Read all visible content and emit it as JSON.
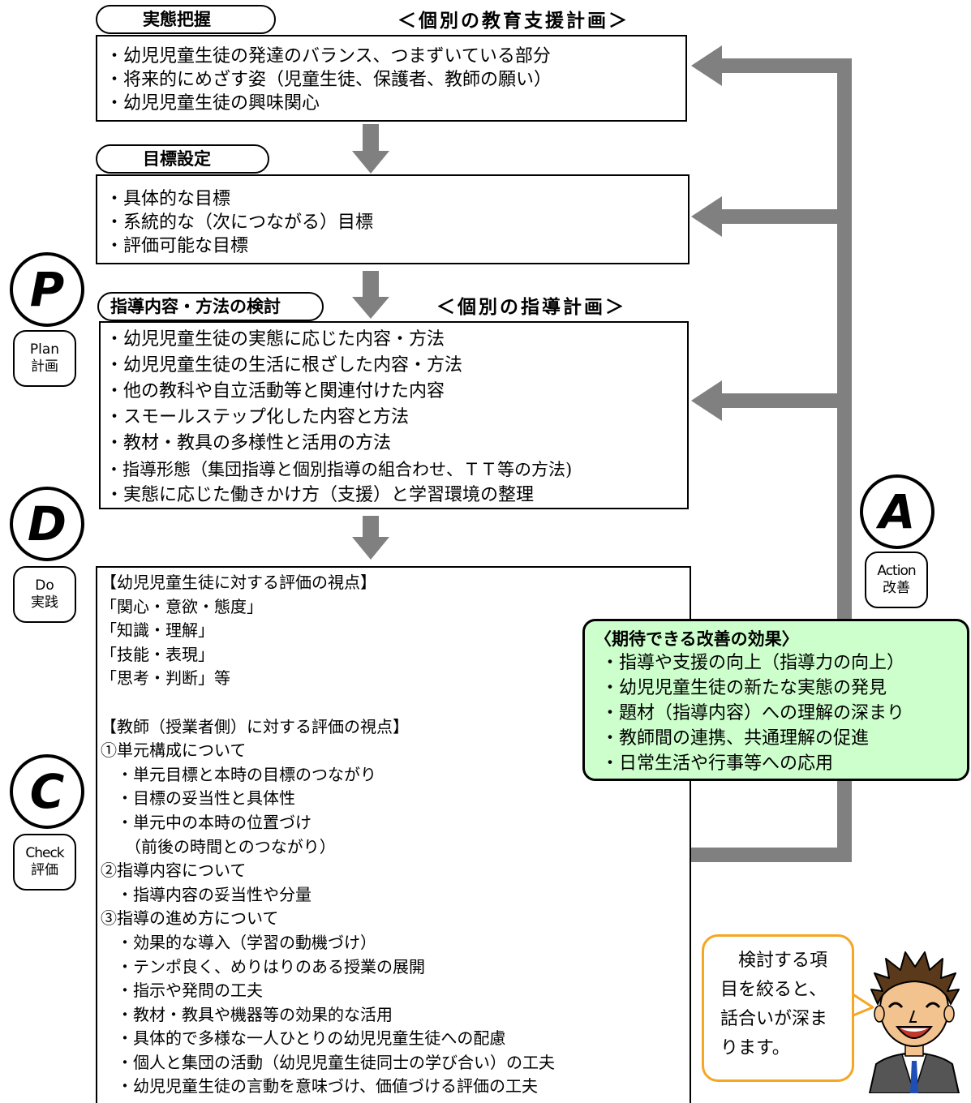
{
  "headings": {
    "individual_support_plan": "＜個別の教育支援計画＞",
    "individual_guidance_plan": "＜個別の指導計画＞"
  },
  "steps": {
    "assessment": {
      "label": "実態把握",
      "items": [
        "・幼児児童生徒の発達のバランス、つまずいている部分",
        "・将来的にめざす姿（児童生徒、保護者、教師の願い）",
        "・幼児児童生徒の興味関心"
      ]
    },
    "goal_setting": {
      "label": "目標設定",
      "items": [
        "・具体的な目標",
        "・系統的な（次につながる）目標",
        "・評価可能な目標"
      ]
    },
    "content_method": {
      "label": "指導内容・方法の検討",
      "items": [
        "・幼児児童生徒の実態に応じた内容・方法",
        "・幼児児童生徒の生活に根ざした内容・方法",
        "・他の教科や自立活動等と関連付けた内容",
        "・スモールステップ化した内容と方法",
        "・教材・教具の多様性と活用の方法",
        "・指導形態（集団指導と個別指導の組合わせ、ＴＴ等の方法)",
        "・実態に応じた働きかけ方（支援）と学習環境の整理"
      ]
    }
  },
  "evaluation": {
    "lines": [
      "【幼児児童生徒に対する評価の視点】",
      "「関心・意欲・態度」",
      "「知識・理解」",
      "「技能・表現」",
      "「思考・判断」等",
      "",
      "【教師（授業者側）に対する評価の視点】",
      "①単元構成について",
      "　・単元目標と本時の目標のつながり",
      "　・目標の妥当性と具体性",
      "　・単元中の本時の位置づけ",
      "　　（前後の時間とのつながり）",
      "②指導内容について",
      "　・指導内容の妥当性や分量",
      "③指導の進め方について",
      "　・効果的な導入（学習の動機づけ）",
      "　・テンポ良く、めりはりのある授業の展開",
      "　・指示や発問の工夫",
      "　・教材・教具や機器等の効果的な活用",
      "　・具体的で多様な一人ひとりの幼児児童生徒への配慮",
      "　・個人と集団の活動（幼児児童生徒同士の学び合い）の工夫",
      "　・幼児児童生徒の言動を意味づけ、価値づける評価の工夫"
    ]
  },
  "cycle": {
    "plan": {
      "letter": "P",
      "en": "Plan",
      "ja": "計画"
    },
    "do": {
      "letter": "D",
      "en": "Do",
      "ja": "実践"
    },
    "check": {
      "letter": "C",
      "en": "Check",
      "ja": "評価"
    },
    "action": {
      "letter": "A",
      "en": "Action",
      "ja": "改善"
    }
  },
  "improvement_effects": {
    "title": "〈期待できる改善の効果〉",
    "items": [
      "・指導や支援の向上（指導力の向上）",
      "・幼児児童生徒の新たな実態の発見",
      "・題材（指導内容）への理解の深まり",
      "・教師間の連携、共通理解の促進",
      "・日常生活や行事等への応用"
    ]
  },
  "speech_bubble": {
    "lines": [
      "　検討する項",
      "目を絞ると、",
      "話合いが深ま",
      "ります。"
    ]
  },
  "colors": {
    "arrow_gray": "#808080",
    "effect_background": "#ccffcc",
    "bubble_border": "#f5a623"
  }
}
